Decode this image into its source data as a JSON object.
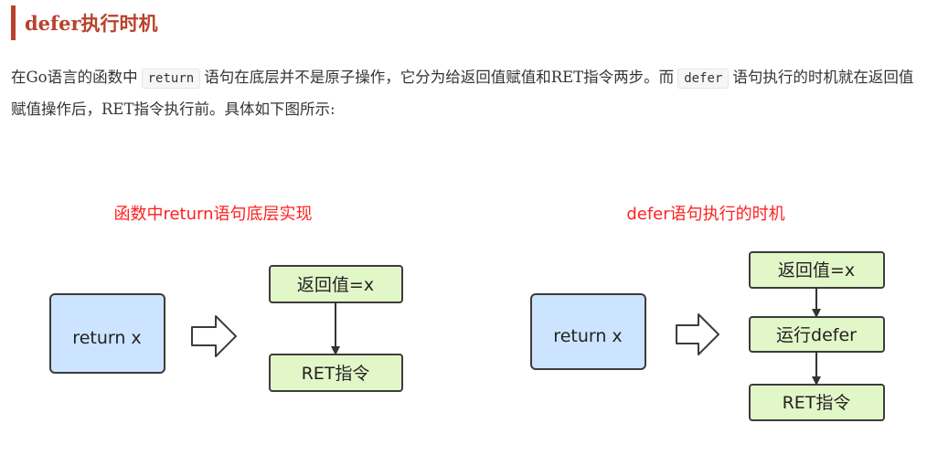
{
  "heading": "defer执行时机",
  "paragraph": {
    "part1": "在Go语言的函数中",
    "code1": "return",
    "part2": "语句在底层并不是原子操作，它分为给返回值赋值和RET指令两步。而",
    "code2": "defer",
    "part3": "语句执行的时机就在返回值赋值操作后，RET指令执行前。具体如下图所示:"
  },
  "diagram_left": {
    "caption": "函数中return语句底层实现",
    "source": "return x",
    "steps": [
      "返回值=x",
      "RET指令"
    ]
  },
  "diagram_right": {
    "caption": "defer语句执行的时机",
    "source": "return x",
    "steps": [
      "返回值=x",
      "运行defer",
      "RET指令"
    ]
  },
  "colors": {
    "heading_accent": "#b8422c",
    "caption_red": "#ff2020",
    "source_box_fill": "#cce4ff",
    "step_box_fill": "#e2f7c8",
    "box_stroke": "#3c3c3c"
  }
}
